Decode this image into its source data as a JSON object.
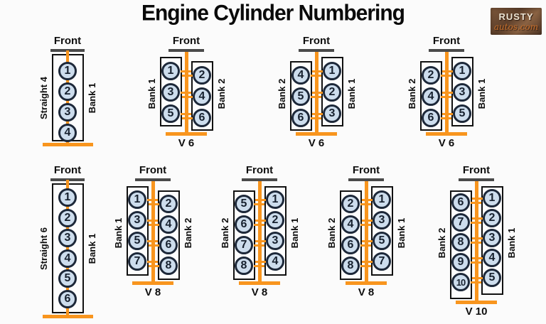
{
  "title": "Engine Cylinder Numbering",
  "logo": {
    "name": "RUSTY",
    "domain": "autos.com"
  },
  "labels": {
    "front": "Front"
  },
  "colors": {
    "orange": "#f8951e",
    "front_bar_gray": "#4a4a4a",
    "circle_fill": "#cddded",
    "circle_stroke": "#1d2839",
    "box_border": "#111111",
    "background": "#fbfbfb"
  },
  "engines": [
    {
      "id": "straight-4",
      "kind": "inline",
      "left_label": "Straight 4",
      "right_label": "Bank 1",
      "cylinders": [
        1,
        2,
        3,
        4
      ],
      "caption": ""
    },
    {
      "id": "v6-a",
      "kind": "vee",
      "left_label": "Bank 1",
      "right_label": "Bank 2",
      "left_cylinders": [
        1,
        3,
        5
      ],
      "right_cylinders": [
        2,
        4,
        6
      ],
      "higher_bank": "left",
      "caption": "V 6"
    },
    {
      "id": "v6-b",
      "kind": "vee",
      "left_label": "Bank 2",
      "right_label": "Bank 1",
      "left_cylinders": [
        4,
        5,
        6
      ],
      "right_cylinders": [
        1,
        2,
        3
      ],
      "higher_bank": "right",
      "caption": "V 6"
    },
    {
      "id": "v6-c",
      "kind": "vee",
      "left_label": "Bank 2",
      "right_label": "Bank 1",
      "left_cylinders": [
        2,
        4,
        6
      ],
      "right_cylinders": [
        1,
        3,
        5
      ],
      "higher_bank": "right",
      "caption": "V 6"
    },
    {
      "id": "straight-6",
      "kind": "inline",
      "left_label": "Straight 6",
      "right_label": "Bank 1",
      "cylinders": [
        1,
        2,
        3,
        4,
        5,
        6
      ],
      "caption": ""
    },
    {
      "id": "v8-a",
      "kind": "vee",
      "left_label": "Bank 1",
      "right_label": "Bank 2",
      "left_cylinders": [
        1,
        3,
        5,
        7
      ],
      "right_cylinders": [
        2,
        4,
        6,
        8
      ],
      "higher_bank": "left",
      "caption": "V 8"
    },
    {
      "id": "v8-b",
      "kind": "vee",
      "left_label": "Bank 2",
      "right_label": "Bank 1",
      "left_cylinders": [
        5,
        6,
        7,
        8
      ],
      "right_cylinders": [
        1,
        2,
        3,
        4
      ],
      "higher_bank": "right",
      "caption": "V 8"
    },
    {
      "id": "v8-c",
      "kind": "vee",
      "left_label": "Bank 2",
      "right_label": "Bank 1",
      "left_cylinders": [
        2,
        4,
        6,
        8
      ],
      "right_cylinders": [
        1,
        3,
        5,
        7
      ],
      "higher_bank": "right",
      "caption": "V 8"
    },
    {
      "id": "v10",
      "kind": "vee",
      "left_label": "Bank 2",
      "right_label": "Bank 1",
      "left_cylinders": [
        6,
        7,
        8,
        9,
        10
      ],
      "right_cylinders": [
        1,
        2,
        3,
        4,
        5
      ],
      "higher_bank": "right",
      "caption": "V 10"
    }
  ]
}
